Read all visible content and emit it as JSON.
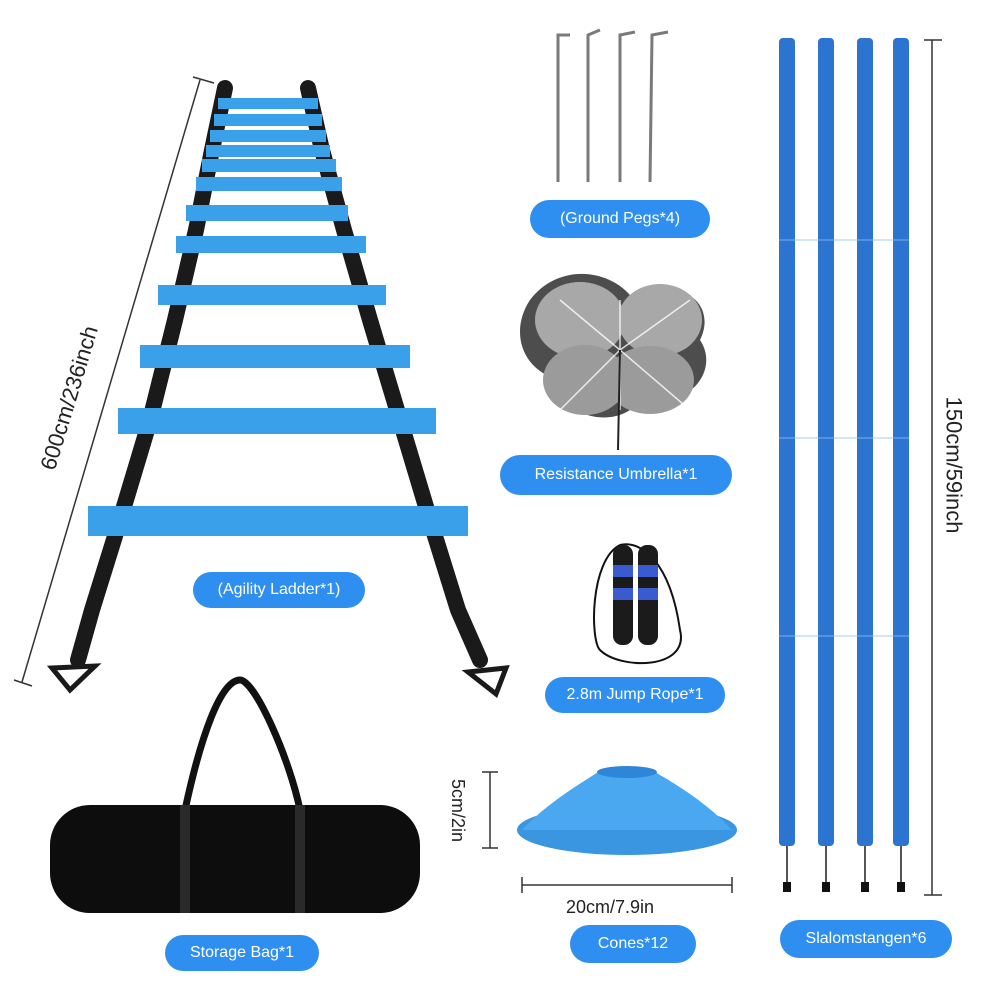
{
  "labels": {
    "agility_ladder": "(Agility Ladder*1)",
    "ground_pegs": "(Ground Pegs*4)",
    "resistance_umbrella": "Resistance Umbrella*1",
    "jump_rope": "2.8m Jump Rope*1",
    "storage_bag": "Storage Bag*1",
    "cones": "Cones*12",
    "poles": "Slalomstangen*6"
  },
  "dimensions": {
    "ladder_length": "600cm/236inch",
    "pole_height": "150cm/59inch",
    "cone_height": "5cm/2in",
    "cone_width": "20cm/7.9in"
  },
  "colors": {
    "label_bg": "#2f8ff0",
    "rung_blue": "#3ba0ea",
    "pole_blue": "#2b74d0",
    "strap_black": "#1a1a1a"
  }
}
